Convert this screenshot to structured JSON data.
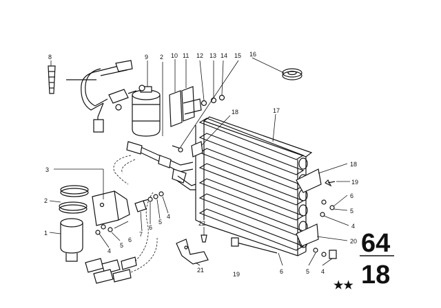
{
  "labels": {
    "l1": "1",
    "l2": "2",
    "l3": "3",
    "l4a": "4",
    "l5a": "5",
    "l6a": "6",
    "l7": "7",
    "l6b": "6",
    "l5b": "5",
    "l4b": "4",
    "l8": "8",
    "l9": "9",
    "l2b": "2",
    "l10": "10",
    "l11": "11",
    "l12": "12",
    "l13": "13",
    "l14": "14",
    "l15": "15",
    "l16": "16",
    "l17": "17",
    "l18a": "18",
    "l18b": "18",
    "l19a": "19",
    "l6c": "6",
    "l5c": "5",
    "l4c": "4",
    "l20": "20",
    "l22": "22",
    "l21": "21",
    "l19b": "19",
    "l6d": "6",
    "l5d": "5",
    "l4d": "4"
  },
  "group_number": "64",
  "sub_number": "18",
  "stars": "★★"
}
